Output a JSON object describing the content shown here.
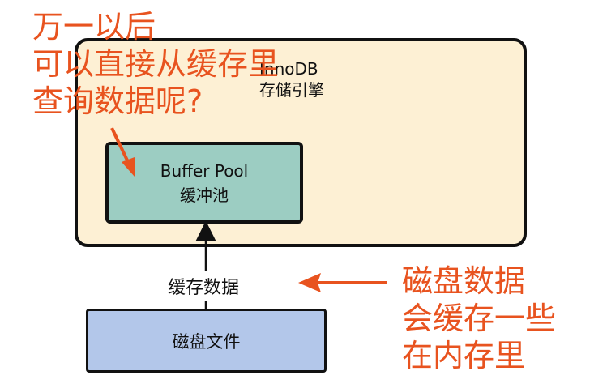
{
  "innodb": {
    "line1": "InnoDB",
    "line2": "存储引擎"
  },
  "buffer_pool": {
    "line1": "Buffer Pool",
    "line2": "缓冲池"
  },
  "disk_file": {
    "label": "磁盘文件"
  },
  "cache_data_label": "缓存数据",
  "annotations": {
    "question": {
      "line1": "万一以后",
      "line2": "可以直接从缓存里",
      "line3": "查询数据呢?"
    },
    "note": {
      "line1": "磁盘数据",
      "line2": "会缓存一些",
      "line3": "在内存里"
    }
  },
  "colors": {
    "innodb_fill": "#fdf0d4",
    "buffer_fill": "#9ccdc2",
    "disk_fill": "#b3c7ea",
    "annotation": "#e8531f"
  }
}
